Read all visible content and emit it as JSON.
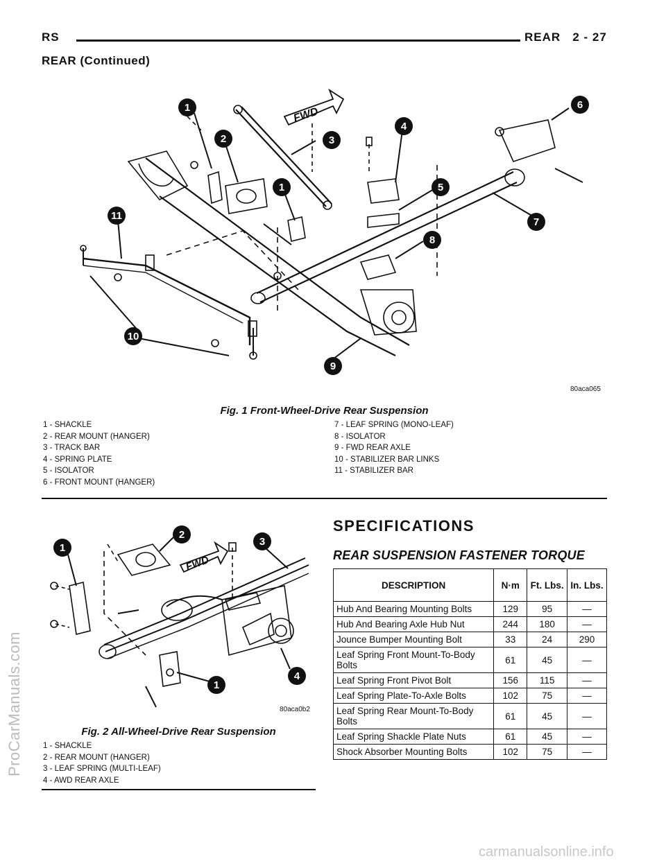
{
  "header": {
    "left": "RS",
    "right": "REAR   2 - 27",
    "continued": "REAR (Continued)"
  },
  "figure1": {
    "drawing_id": "80aca065",
    "caption": "Fig. 1 Front-Wheel-Drive Rear Suspension",
    "fwd_label": "FWD",
    "callouts": [
      "1",
      "2",
      "3",
      "4",
      "5",
      "1",
      "6",
      "7",
      "8",
      "9",
      "10",
      "11"
    ],
    "legend_left": [
      "1 - SHACKLE",
      "2 - REAR MOUNT (HANGER)",
      "3 - TRACK BAR",
      "4 - SPRING PLATE",
      "5 - ISOLATOR",
      "6 - FRONT MOUNT (HANGER)"
    ],
    "legend_right": [
      "7 - LEAF SPRING (MONO-LEAF)",
      "8 - ISOLATOR",
      "9 - FWD REAR AXLE",
      "10 - STABILIZER BAR LINKS",
      "11 - STABILIZER BAR"
    ]
  },
  "figure2": {
    "drawing_id": "80aca0b2",
    "caption": "Fig. 2 All-Wheel-Drive Rear Suspension",
    "fwd_label": "FWD",
    "callouts": [
      "1",
      "2",
      "3",
      "4",
      "1"
    ],
    "legend": [
      "1 - SHACKLE",
      "2 - REAR MOUNT (HANGER)",
      "3 - LEAF SPRING (MULTI-LEAF)",
      "4 - AWD REAR AXLE"
    ]
  },
  "specifications": {
    "title": "SPECIFICATIONS",
    "subtitle": "REAR SUSPENSION FASTENER TORQUE",
    "columns": [
      "DESCRIPTION",
      "N·m",
      "Ft. Lbs.",
      "In. Lbs."
    ],
    "rows": [
      [
        "Hub And Bearing Mounting Bolts",
        "129",
        "95",
        "—"
      ],
      [
        "Hub And Bearing Axle Hub Nut",
        "244",
        "180",
        "—"
      ],
      [
        "Jounce Bumper Mounting Bolt",
        "33",
        "24",
        "290"
      ],
      [
        "Leaf Spring Front Mount-To-Body Bolts",
        "61",
        "45",
        "—"
      ],
      [
        "Leaf Spring Front Pivot Bolt",
        "156",
        "115",
        "—"
      ],
      [
        "Leaf Spring Plate-To-Axle Bolts",
        "102",
        "75",
        "—"
      ],
      [
        "Leaf Spring Rear Mount-To-Body Bolts",
        "61",
        "45",
        "—"
      ],
      [
        "Leaf Spring Shackle Plate Nuts",
        "61",
        "45",
        "—"
      ],
      [
        "Shock Absorber Mounting Bolts",
        "102",
        "75",
        "—"
      ]
    ]
  },
  "watermarks": {
    "side": "ProCarManuals.com",
    "bottom": "carmanualsonline.info"
  }
}
